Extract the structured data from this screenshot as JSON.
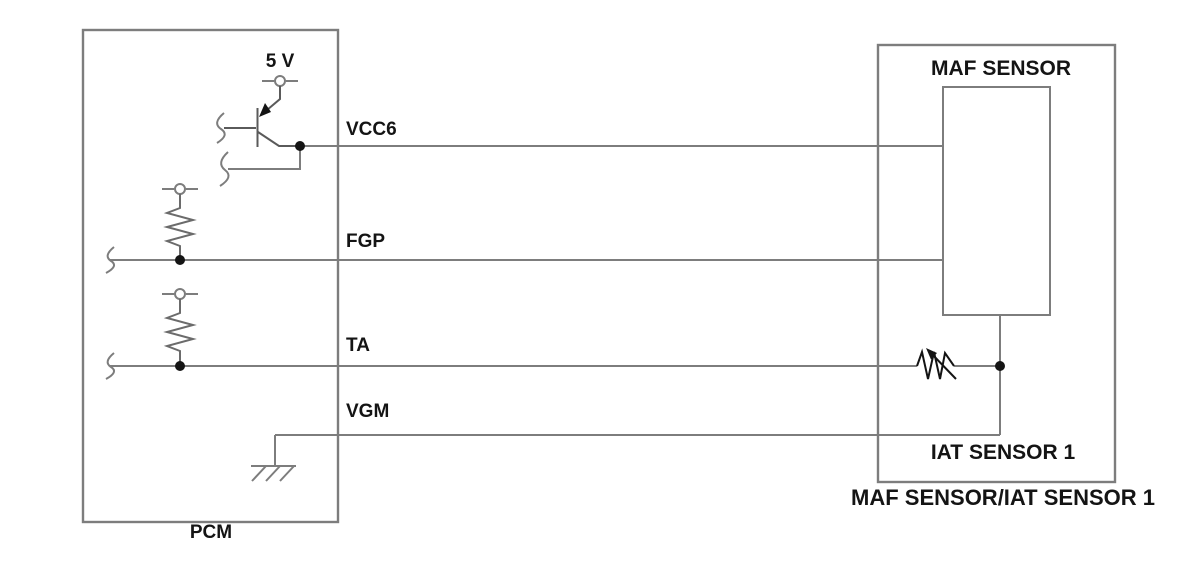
{
  "title": "MAF SENSOR / IAT SENSOR 1 circuit diagram",
  "colors": {
    "background": "#ffffff",
    "wire_gray": "#7d7d7d",
    "component_gray": "#5a5a5a",
    "ink_black": "#141414"
  },
  "pcm": {
    "label": "PCM",
    "supply_label": "5 V"
  },
  "pins": {
    "vcc6": "VCC6",
    "fgp": "FGP",
    "ta": "TA",
    "vgm": "VGM"
  },
  "sensor": {
    "box_label": "MAF SENSOR/IAT SENSOR 1",
    "maf_label": "MAF SENSOR",
    "iat_label": "IAT SENSOR 1"
  },
  "icons": {
    "transistor": "pnp-transistor-icon",
    "thermistor": "variable-resistor-icon",
    "ground": "chassis-ground-icon",
    "supply_terminal": "circle-terminal-icon",
    "wire_break": "wire-break-squiggle-icon"
  }
}
